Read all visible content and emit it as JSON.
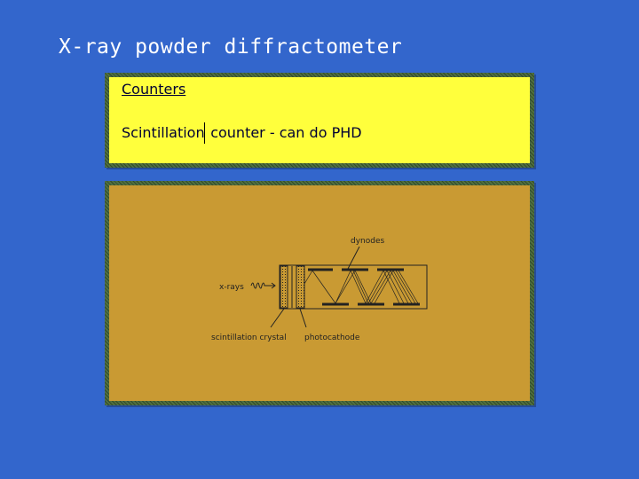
{
  "title": "X-ray powder diffractometer",
  "counters_box": {
    "heading": "Counters",
    "line_before_cursor": "Scintillation",
    "line_after_cursor": " counter - can do PHD"
  },
  "diagram": {
    "label_dynodes": "dynodes",
    "label_xrays": "x-rays",
    "label_crystal": "scintillation crystal",
    "label_photocathode": "photocathode"
  },
  "colors": {
    "background": "#3366cc",
    "yellow_panel": "#ffff3c",
    "brown_panel": "#c99a33"
  }
}
